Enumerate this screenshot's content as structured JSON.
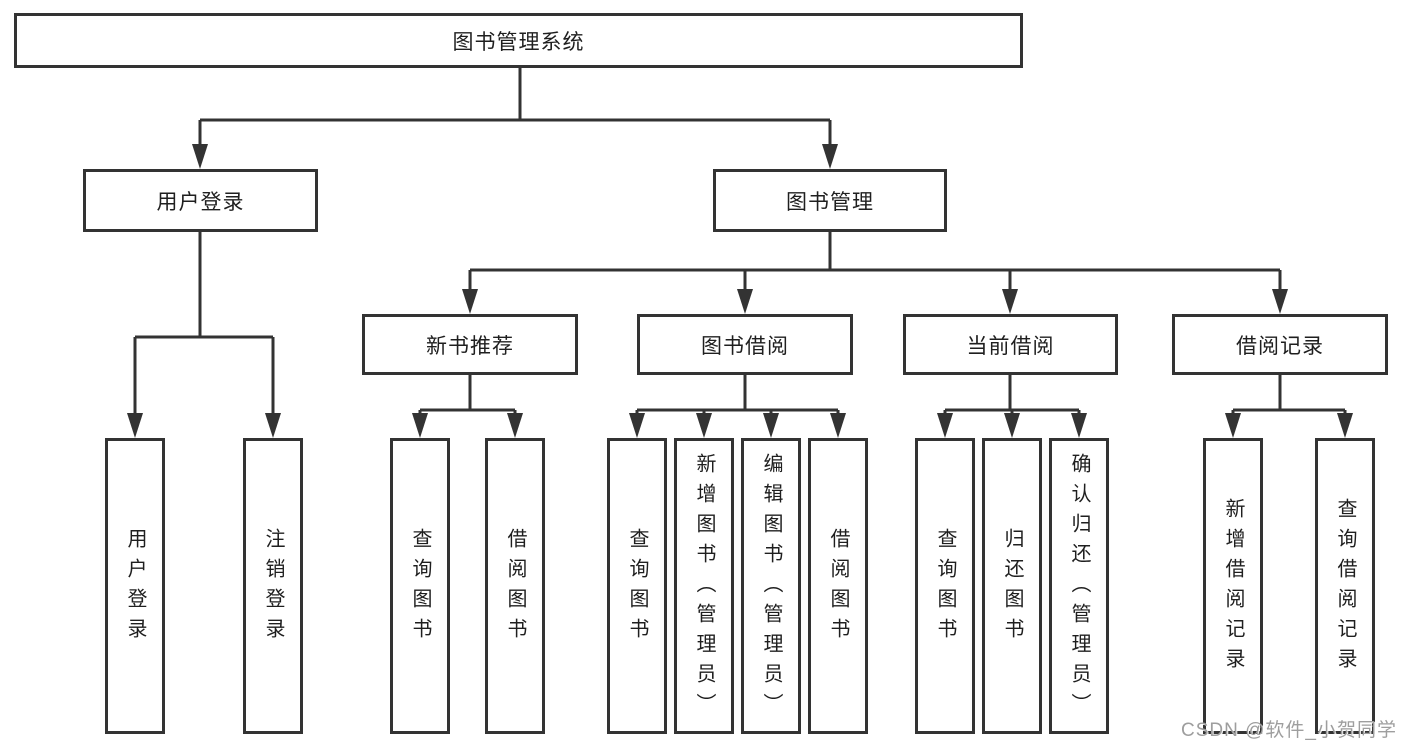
{
  "diagram": {
    "title": "图书管理系统",
    "branches": [
      {
        "label": "用户登录",
        "children": [
          {
            "label": "用户登录"
          },
          {
            "label": "注销登录"
          }
        ]
      },
      {
        "label": "图书管理",
        "children": [
          {
            "label": "新书推荐",
            "children": [
              {
                "label": "查询图书"
              },
              {
                "label": "借阅图书"
              }
            ]
          },
          {
            "label": "图书借阅",
            "children": [
              {
                "label": "查询图书"
              },
              {
                "label": "新增图书（管理员）"
              },
              {
                "label": "编辑图书（管理员）"
              },
              {
                "label": "借阅图书"
              }
            ]
          },
          {
            "label": "当前借阅",
            "children": [
              {
                "label": "查询图书"
              },
              {
                "label": "归还图书"
              },
              {
                "label": "确认归还（管理员）"
              }
            ]
          },
          {
            "label": "借阅记录",
            "children": [
              {
                "label": "新增借阅记录"
              },
              {
                "label": "查询借阅记录"
              }
            ]
          }
        ]
      }
    ]
  },
  "watermark": {
    "text": "CSDN @软件_小贺同学"
  },
  "colors": {
    "line": "#333333",
    "box_border": "#333333",
    "text": "#1f1f1f",
    "watermark": "#9e9e9e"
  }
}
